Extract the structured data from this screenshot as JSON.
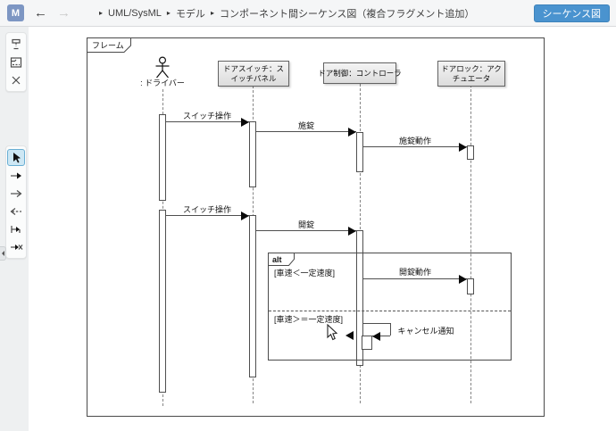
{
  "topbar": {
    "logo": "M",
    "back_icon": "←",
    "forward_icon": "→",
    "separator": "▸",
    "breadcrumbs": [
      "UML/SysML",
      "モデル",
      "コンポーネント間シーケンス図（複合フラグメント追加）"
    ],
    "action_button": "シーケンス図"
  },
  "colors": {
    "accent_button": "#4a93cf",
    "logo_blue": "#7d96c3",
    "tool_selected_bg": "#cde7f4",
    "tool_selected_border": "#69aed3"
  },
  "toolbar": {
    "group1": [
      "lifeline",
      "fragment",
      "destruction"
    ],
    "group2": [
      "select",
      "sync-message",
      "async-message",
      "reply-message",
      "found-message",
      "lost-message"
    ],
    "selected_tool": "select"
  },
  "diagram": {
    "frame_label": "フレーム",
    "lifelines": [
      {
        "name": ": ドライバー",
        "kind": "actor"
      },
      {
        "name": "ドアスイッチ：スイッチパネル",
        "kind": "object"
      },
      {
        "name": "ドア制御：コントローラ",
        "kind": "object"
      },
      {
        "name": "ドアロック：アクチュエータ",
        "kind": "object"
      }
    ],
    "messages": {
      "m1": "スイッチ操作",
      "m2": "施錠",
      "m3": "施錠動作",
      "m4": "スイッチ操作",
      "m5": "開錠",
      "m6": "開錠動作",
      "m7": "キャンセル通知"
    },
    "alt": {
      "label": "alt",
      "guard1": "[車速＜一定速度]",
      "guard2": "[車速＞＝一定速度]"
    }
  }
}
